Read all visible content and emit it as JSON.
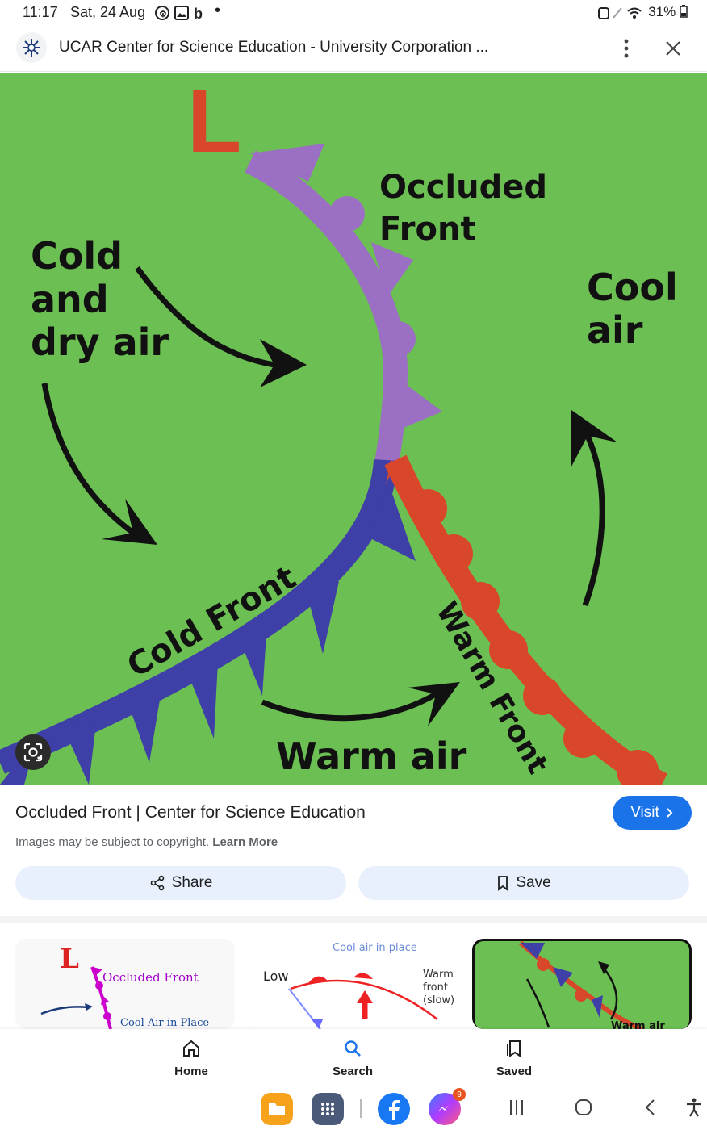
{
  "status_bar": {
    "time": "11:17",
    "date": "Sat, 24 Aug",
    "battery": "31%"
  },
  "header": {
    "title": "UCAR Center for Science Education - University Corporation ..."
  },
  "image": {
    "labels": {
      "low": "L",
      "occluded_front_1": "Occluded",
      "occluded_front_2": "Front",
      "cold_dry_1": "Cold",
      "cold_dry_2": "and",
      "cold_dry_3": "dry air",
      "cool_air_1": "Cool",
      "cool_air_2": "air",
      "cold_front": "Cold Front",
      "warm_front": "Warm Front",
      "warm_air": "Warm air"
    },
    "colors": {
      "background": "#6cbf52",
      "occluded": "#9b6fc4",
      "cold": "#3f3fa8",
      "warm": "#d9472b"
    }
  },
  "result": {
    "title": "Occluded Front | Center for Science Education",
    "visit_label": "Visit",
    "copyright_text": "Images may be subject to copyright.",
    "learn_more": "Learn More",
    "share_label": "Share",
    "save_label": "Save"
  },
  "related": [
    {
      "label_low": "L",
      "label_occluded": "Occluded Front",
      "label_cool": "Cool Air in Place"
    },
    {
      "label_top": "Cool air in place",
      "label_low": "Low",
      "label_warm_1": "Warm",
      "label_warm_2": "front",
      "label_warm_3": "(slow)"
    },
    {
      "label_warm": "Warm air"
    }
  ],
  "bottom_nav": {
    "home": "Home",
    "search": "Search",
    "saved": "Saved"
  },
  "taskbar": {
    "messenger_badge": "9"
  }
}
